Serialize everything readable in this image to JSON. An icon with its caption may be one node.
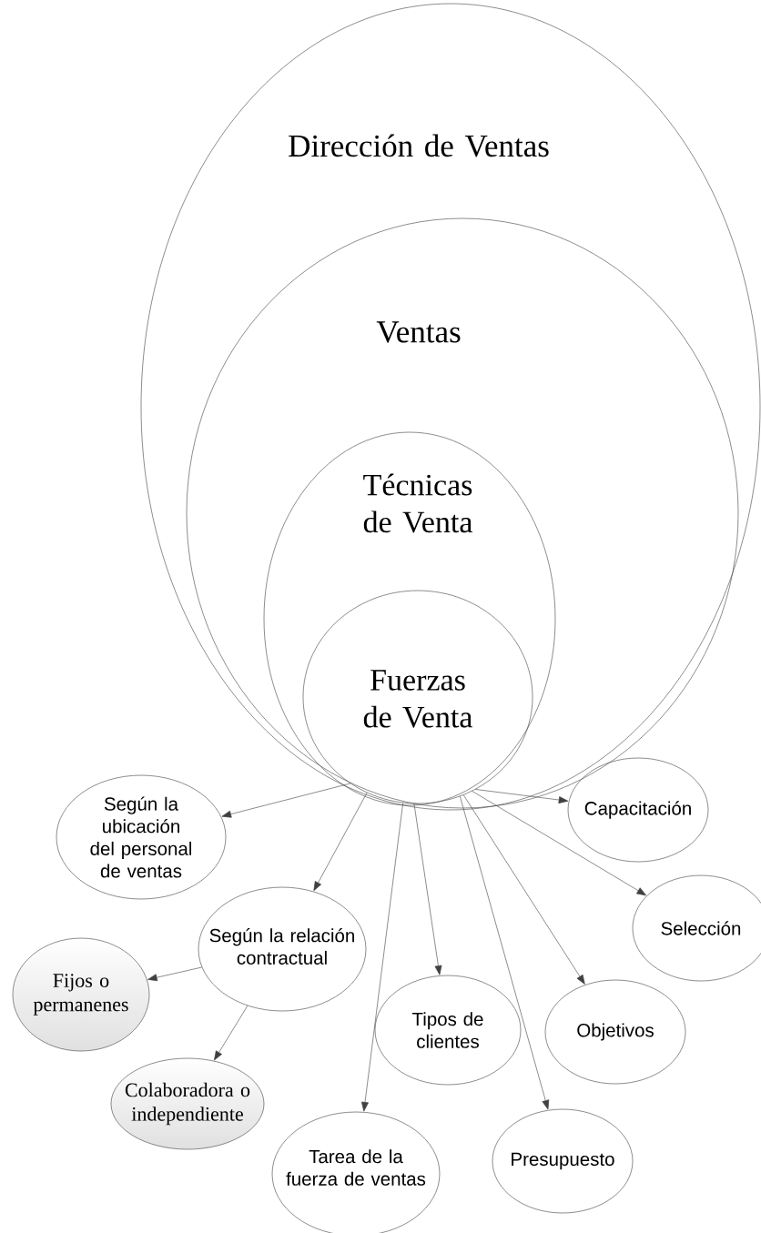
{
  "diagram": {
    "nodes": [
      {
        "text": [
          "Dirección de Ventas"
        ]
      },
      {
        "text": [
          "Ventas"
        ],
        "in": 0
      },
      {
        "text": [
          "Técnicas de Venta"
        ],
        "in": 1
      },
      {
        "text": [
          "Fuerzas de Venta"
        ],
        "in": 2
      },
      {
        "text": [
          "Según la ubicación del personal de ventas"
        ]
      },
      {
        "text": [
          "Según la relación contractual"
        ]
      },
      {
        "text": [
          "Fijos o permanenes"
        ]
      },
      {
        "text": [
          "Colaboradora o independiente"
        ]
      },
      {
        "text": [
          "Tarea de la fuerza de ventas"
        ]
      },
      {
        "text": [
          "Tipos de clientes"
        ]
      },
      {
        "text": [
          "Presupuesto"
        ]
      },
      {
        "text": [
          "Objetivos"
        ]
      },
      {
        "text": [
          "Capacitación"
        ]
      },
      {
        "text": [
          "Selección"
        ]
      }
    ],
    "edges": [
      {
        "from": 3,
        "to": 4,
        "arrow": "to"
      },
      {
        "from": 3,
        "to": 5,
        "arrow": "to"
      },
      {
        "from": 5,
        "to": 6,
        "arrow": "to"
      },
      {
        "from": 5,
        "to": 7,
        "arrow": "to"
      },
      {
        "from": 3,
        "to": 8,
        "arrow": "to"
      },
      {
        "from": 3,
        "to": 9,
        "arrow": "to"
      },
      {
        "from": 3,
        "to": 10,
        "arrow": "to"
      },
      {
        "from": 3,
        "to": 11,
        "arrow": "to"
      },
      {
        "from": 3,
        "to": 12,
        "arrow": "to"
      },
      {
        "from": 3,
        "to": 13,
        "arrow": "to"
      }
    ]
  }
}
